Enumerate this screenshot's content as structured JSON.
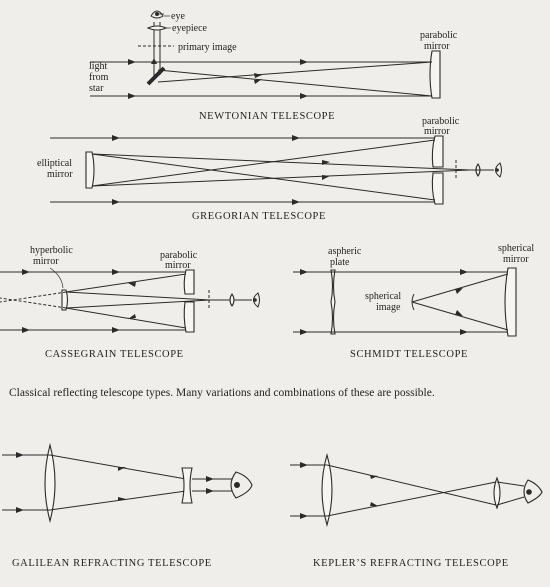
{
  "newtonian": {
    "title": "NEWTONIAN TELESCOPE",
    "labels": {
      "eye": "eye",
      "eyepiece": "eyepiece",
      "primary_image": "primary image",
      "light1": "light",
      "light2": "from",
      "light3": "star",
      "mirror1": "parabolic",
      "mirror2": "mirror"
    }
  },
  "gregorian": {
    "title": "GREGORIAN TELESCOPE",
    "labels": {
      "mirror1": "parabolic",
      "mirror2": "mirror",
      "elliptical1": "elliptical",
      "elliptical2": "mirror"
    }
  },
  "cassegrain": {
    "title": "CASSEGRAIN TELESCOPE",
    "labels": {
      "hyper1": "hyperbolic",
      "hyper2": "mirror",
      "mirror1": "parabolic",
      "mirror2": "mirror"
    }
  },
  "schmidt": {
    "title": "SCHMIDT TELESCOPE",
    "labels": {
      "aspheric1": "aspheric",
      "aspheric2": "plate",
      "spherical1": "spherical",
      "spherical2": "mirror",
      "image1": "spherical",
      "image2": "image"
    }
  },
  "caption": "Classical reflecting telescope types.  Many variations and combinations of these are possible.",
  "galilean": {
    "title": "GALILEAN REFRACTING TELESCOPE"
  },
  "kepler": {
    "title": "KEPLER’S REFRACTING TELESCOPE"
  }
}
